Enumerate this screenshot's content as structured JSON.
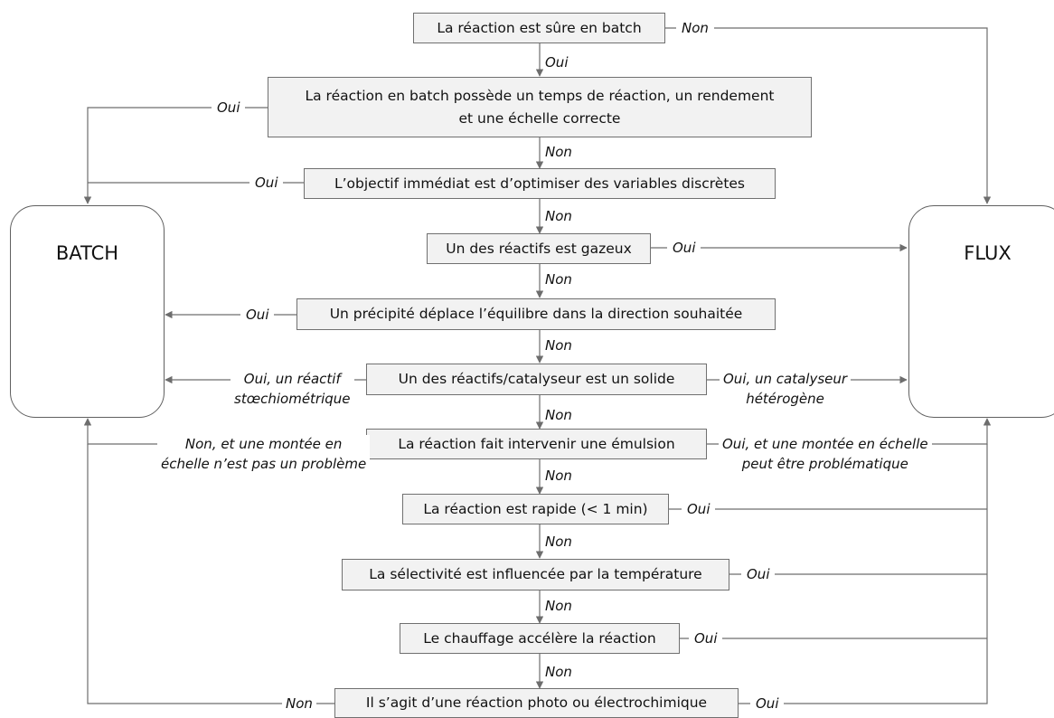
{
  "batch": {
    "title": "BATCH"
  },
  "flux": {
    "title": "FLUX"
  },
  "steps": [
    "La réaction est sûre en batch",
    "La réaction en batch possède un temps de réaction, un rendement\net une échelle correcte",
    "L’objectif immédiat est d’optimiser des variables discrètes",
    "Un des réactifs est gazeux",
    "Un précipité déplace l’équilibre dans la direction souhaitée",
    "Un des réactifs/catalyseur est un solide",
    "La réaction fait intervenir une émulsion",
    "La réaction est rapide (< 1 min)",
    "La sélectivité est influencée par la température",
    "Le chauffage accélère la réaction",
    "Il s’agit d’une réaction photo ou électrochimique"
  ],
  "down_labels": [
    "Oui",
    "Non",
    "Non",
    "Non",
    "Non",
    "Non",
    "Non",
    "Non",
    "Non",
    "Non"
  ],
  "left_labels": {
    "s1": "Oui",
    "s2": "Oui",
    "s4": "Oui",
    "s5": "Oui, un réactif\nstœchiométrique",
    "s6": "Non, et une montée en\néchelle n’est pas un problème",
    "s10": "Non"
  },
  "right_labels": {
    "s0": "Non",
    "s3": "Oui",
    "s5": "Oui, un catalyseur\nhétérogène",
    "s6": "Oui, et une montée en échelle\npeut être problématique",
    "s7": "Oui",
    "s8": "Oui",
    "s9": "Oui",
    "s10": "Oui"
  },
  "colors": {
    "line": "#6d6d6d",
    "box_fill": "#f2f2f2",
    "flask_liquid": "#f6c48e",
    "coil": "#4f9fd6"
  },
  "icons": {
    "batch": "round-bottom-flask-icon",
    "flux": "flow-coil-reactor-icon"
  }
}
